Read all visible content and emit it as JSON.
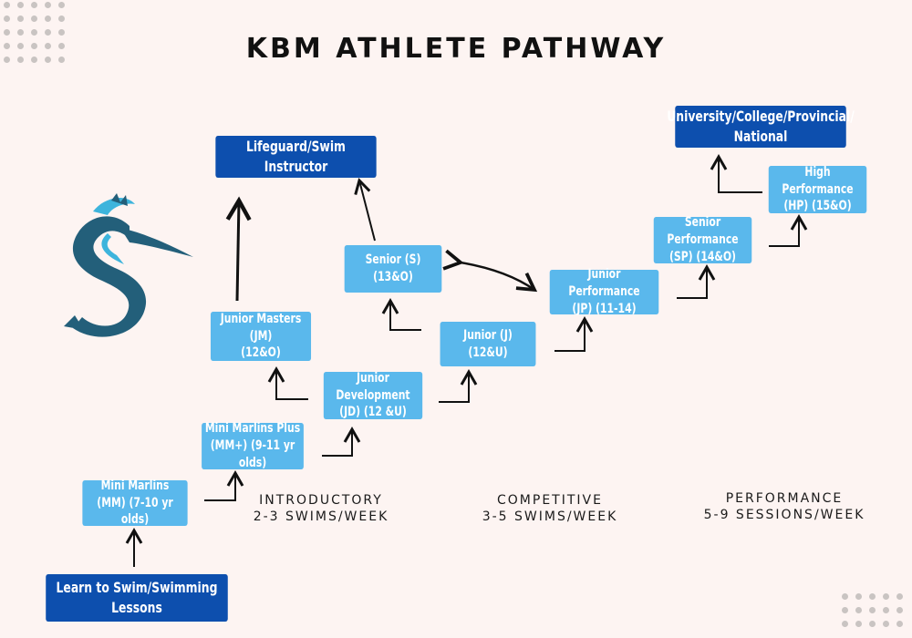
{
  "title": "KBM ATHLETE PATHWAY",
  "boxes": {
    "learn_to_swim": [
      "Learn to Swim/Swimming",
      "Lessons"
    ],
    "mini_marlins": [
      "Mini Marlins",
      "(MM) (7-10 yr olds)"
    ],
    "mini_marlins_plus": [
      "Mini Marlins Plus",
      "(MM+) (9-11 yr olds)"
    ],
    "junior_development": [
      "Junior Development",
      "(JD) (12 &U)"
    ],
    "junior_masters": [
      "Junior Masters (JM)",
      "(12&O)"
    ],
    "junior": [
      "Junior (J) (12&U)"
    ],
    "senior": [
      "Senior (S)",
      "(13&O)"
    ],
    "junior_performance": [
      "Junior Performance",
      "(JP) (11-14)"
    ],
    "senior_performance": [
      "Senior Performance",
      "(SP) (14&O)"
    ],
    "high_performance": [
      "High Performance",
      "(HP) (15&O)"
    ],
    "lifeguard": [
      "Lifeguard/Swim Instructor"
    ],
    "university": [
      "University/College/Provincial/",
      "National"
    ]
  },
  "levels": {
    "introductory": [
      "INTRODUCTORY",
      "2-3 SWIMS/WEEK"
    ],
    "competitive": [
      "COMPETITIVE",
      "3-5 SWIMS/WEEK"
    ],
    "performance": [
      "PERFORMANCE",
      "5-9 SESSIONS/WEEK"
    ]
  },
  "colors": {
    "background": "#fdf4f2",
    "light_box": "#5ab8ec",
    "dark_box": "#0d4fae",
    "logo_teal": "#235f7a",
    "logo_light": "#3db4dc"
  },
  "icons": {
    "logo": "marlin-logo-icon"
  }
}
